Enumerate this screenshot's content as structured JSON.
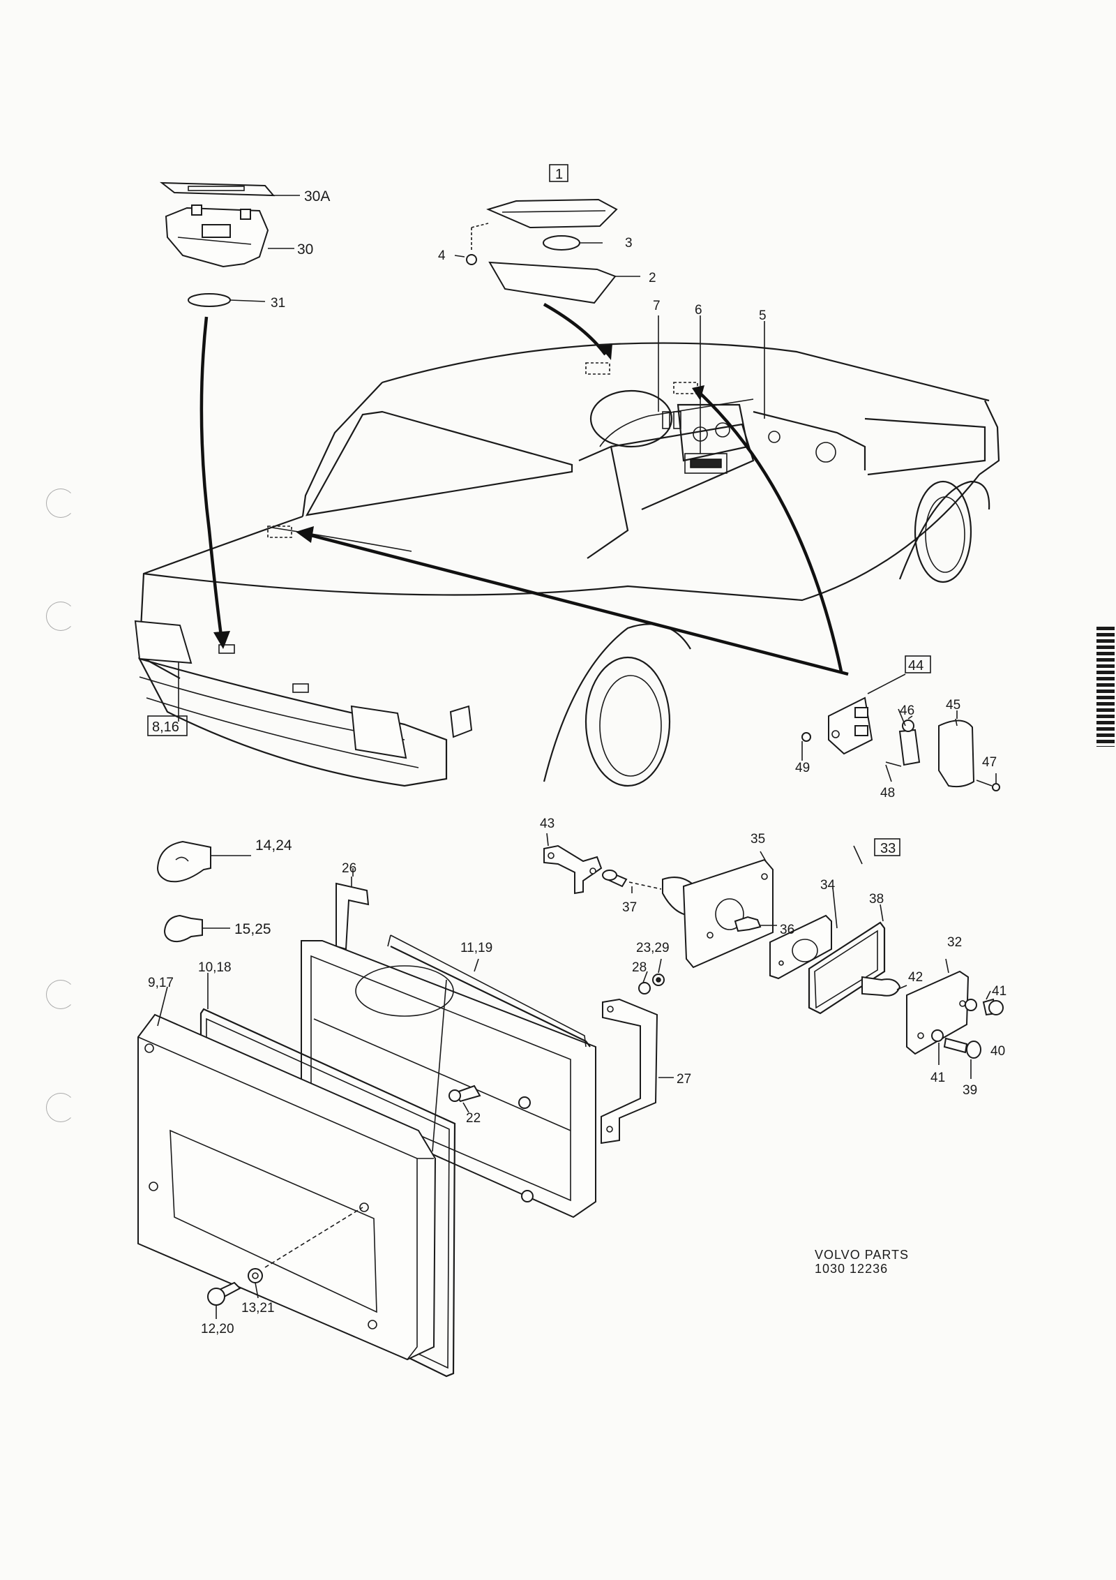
{
  "reference": {
    "line1": "VOLVO PARTS",
    "line2": "1030 12236"
  },
  "boxed_labels": {
    "b1": "1",
    "b44": "44",
    "b33": "33",
    "b816": "8,16"
  },
  "labels": {
    "p30a": "30A",
    "p30": "30",
    "p31": "31",
    "p4": "4",
    "p3": "3",
    "p2": "2",
    "p7": "7",
    "p6": "6",
    "p5": "5",
    "p46": "46",
    "p45": "45",
    "p47": "47",
    "p48": "48",
    "p49": "49",
    "p43": "43",
    "p35": "35",
    "p37": "37",
    "p36": "36",
    "p34": "34",
    "p38": "38",
    "p32": "32",
    "p42": "42",
    "p41a": "41",
    "p40": "40",
    "p41b": "41",
    "p39": "39",
    "p1424": "14,24",
    "p1525": "15,25",
    "p26": "26",
    "p1119": "11,19",
    "p2329": "23,29",
    "p28": "28",
    "p917": "9,17",
    "p1018": "10,18",
    "p27": "27",
    "p22": "22",
    "p1321": "13,21",
    "p1220": "12,20"
  },
  "colors": {
    "ink": "#1a1a1a",
    "paper": "#fbfbf9"
  }
}
